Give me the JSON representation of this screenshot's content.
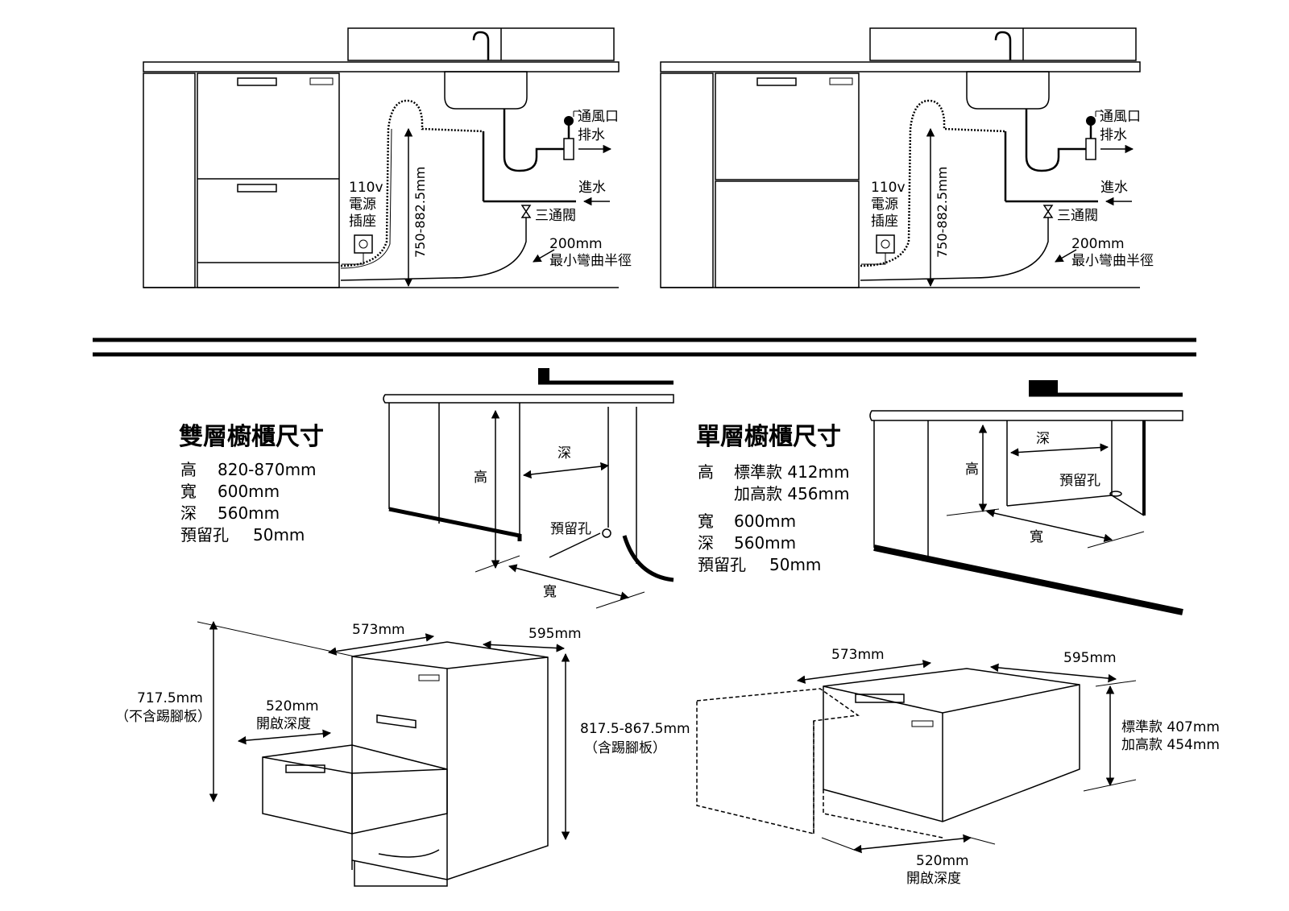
{
  "install_left": {
    "vent": "通風口",
    "drain": "排水",
    "water_in": "進水",
    "outlet_line1": "110v",
    "outlet_line2": "電源",
    "outlet_line3": "插座",
    "height_range": "750-882.5mm",
    "valve": "三通閥",
    "bend_line1": "200mm",
    "bend_line2": "最小彎曲半徑"
  },
  "install_right": {
    "vent": "通風口",
    "drain": "排水",
    "water_in": "進水",
    "outlet_line1": "110v",
    "outlet_line2": "電源",
    "outlet_line3": "插座",
    "height_range": "750-882.5mm",
    "valve": "三通閥",
    "bend_line1": "200mm",
    "bend_line2": "最小彎曲半徑"
  },
  "double_cabinet": {
    "title": "雙層櫥櫃尺寸",
    "specs": [
      {
        "label": "高",
        "value": "820-870mm"
      },
      {
        "label": "寬",
        "value": "600mm"
      },
      {
        "label": "深",
        "value": "560mm"
      },
      {
        "label": "預留孔",
        "value": "50mm"
      }
    ],
    "fig_height": "高",
    "fig_depth": "深",
    "fig_hole": "預留孔",
    "fig_width": "寬"
  },
  "single_cabinet": {
    "title": "單層櫥櫃尺寸",
    "height_label": "高",
    "height_standard": "標準款 412mm",
    "height_tall": "加高款 456mm",
    "specs": [
      {
        "label": "寬",
        "value": "600mm"
      },
      {
        "label": "深",
        "value": "560mm"
      },
      {
        "label": "預留孔",
        "value": "50mm"
      }
    ],
    "fig_height": "高",
    "fig_depth": "深",
    "fig_hole": "預留孔",
    "fig_width": "寬"
  },
  "double_unit": {
    "depth": "573mm",
    "width": "595mm",
    "height_no_kick": "717.5mm",
    "height_no_kick_note": "（不含踢腳板）",
    "open_depth": "520mm",
    "open_depth_label": "開啟深度",
    "height_with_kick": "817.5-867.5mm",
    "height_with_kick_note": "（含踢腳板）"
  },
  "single_unit": {
    "depth": "573mm",
    "width": "595mm",
    "standard_height": "標準款  407mm",
    "tall_height": "加高款  454mm",
    "open_depth": "520mm",
    "open_depth_label": "開啟深度"
  },
  "colors": {
    "line": "#000000",
    "steel_light": "#e8e8e8",
    "steel_dark": "#8a8a8a"
  }
}
